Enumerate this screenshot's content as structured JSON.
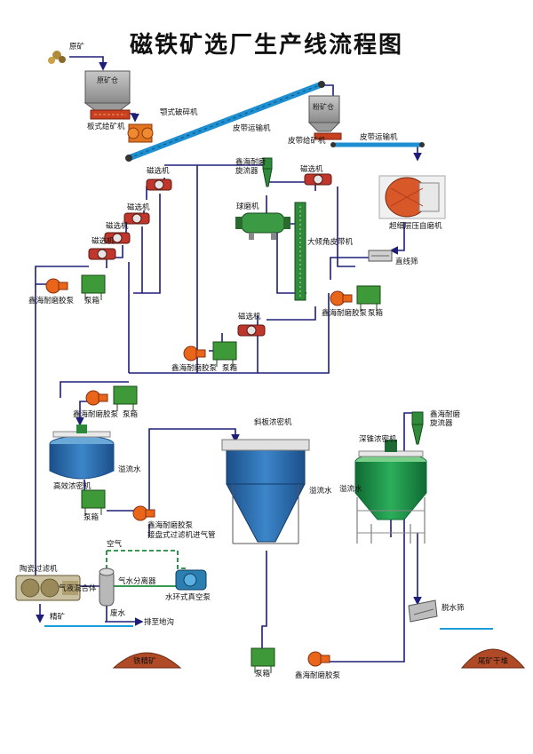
{
  "title": "磁铁矿选厂生产线流程图",
  "colors": {
    "flow_line": "#1e1e7a",
    "water_line": "#1a9cd6",
    "air_line": "#1a8a3a",
    "pump_orange": "#e8651a",
    "pump_box": "#3e9a38",
    "conveyor": "#1e8fd0",
    "thickener_blue": "#2a6fb0",
    "deep_thickener": "#1f8e4a",
    "tailing_pile": "#b04a26"
  },
  "labels": {
    "raw_ore": "原矿",
    "raw_bin": "原矿仓",
    "plate_feeder": "板式给矿机",
    "jaw_crusher": "颚式破碎机",
    "belt_conveyor_1": "皮带运输机",
    "powder_bin": "粉矿仓",
    "belt_feeder": "皮带给矿机",
    "belt_conveyor_2": "皮带运输机",
    "hpgr": "超细层压自磨机",
    "mag_sep_top_right": "磁选机",
    "hydrocyclone_top": "鑫海耐磨\n旋流器",
    "mag_sep_1": "磁选机",
    "mag_sep_2": "磁选机",
    "mag_sep_3": "磁选机",
    "mag_sep_4": "磁选机",
    "ball_mill": "球磨机",
    "inclined_belt": "大倾角皮带机",
    "linear_screen": "直线筛",
    "pump_left": "鑫海耐磨胶泵",
    "pump_box_left": "泵箱",
    "pump_right": "鑫海耐磨胶泵",
    "pump_box_right": "泵箱",
    "mag_sep_mid": "磁选机",
    "pump_mid": "鑫海耐磨胶泵",
    "pump_box_mid": "泵箱",
    "pump_conc": "鑫海耐磨胶泵",
    "pump_box_conc": "泵箱",
    "high_eff_thickener": "高效浓密机",
    "overflow_1": "溢流水",
    "pump_box_4": "泵箱",
    "pump_filter": "鑫海耐磨胶泵",
    "filter_inlet": "接盘式过滤机进气管",
    "inclined_thickener": "斜板浓密机",
    "overflow_2": "溢流水",
    "deep_thickener": "深锥浓密机",
    "hydrocyclone_right": "鑫海耐磨\n旋流器",
    "overflow_3": "溢流水",
    "air": "空气",
    "ceramic_filter": "陶瓷过滤机",
    "gas_water_mix": "气液混合体",
    "gas_water_sep": "气水分离器",
    "vacuum_pump": "水环式真空泵",
    "concentrate": "精矿",
    "waste_water": "废水",
    "drain": "排至地沟",
    "iron_conc": "铁精矿",
    "dewater_screen": "脱水筛",
    "tailings_dry": "尾矿干堆",
    "pump_box_bottom": "泵箱",
    "pump_bottom": "鑫海耐磨胶泵"
  }
}
